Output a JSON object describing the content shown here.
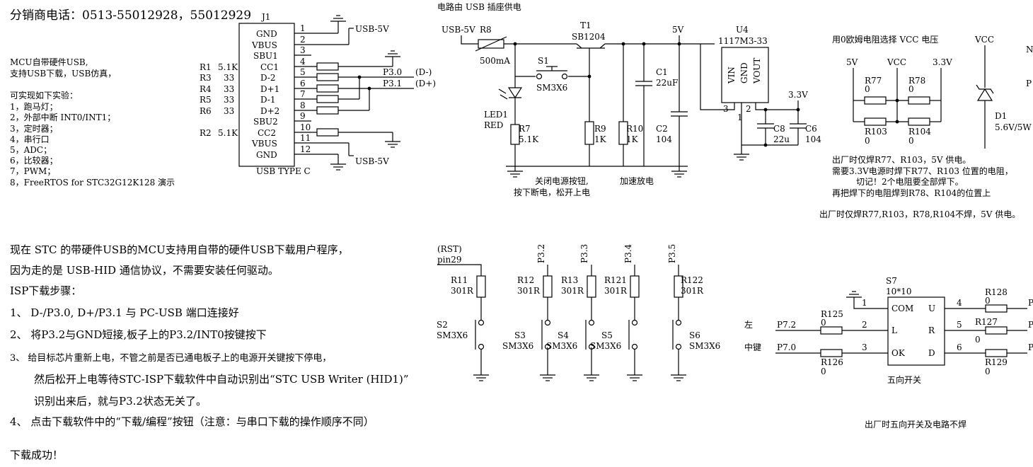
{
  "top_left": {
    "phone": "分销商电话：0513-55012928，55012929",
    "mcu_line1": "MCU自带硬件USB,",
    "mcu_line2": "支持USB下载，USB仿真，",
    "exp_title": "可实现如下实验：",
    "experiments": [
      "1，跑马灯；",
      "2，外部中断 INT0/INT1；",
      "3，定时器；",
      "4，串行口",
      "5，ADC；",
      "6，比较器；",
      "7，PWM；",
      "8，FreeRTOS for STC32G12K128 演示"
    ]
  },
  "usb_connector": {
    "ref": "J1",
    "type": "USB TYPE C",
    "pins": [
      {
        "num": "1",
        "name": "GND"
      },
      {
        "num": "2",
        "name": "VBUS"
      },
      {
        "num": "3",
        "name": "SBU1"
      },
      {
        "num": "4",
        "name": "CC1"
      },
      {
        "num": "5",
        "name": "D-2"
      },
      {
        "num": "6",
        "name": "D+2"
      },
      {
        "num": "7",
        "name": "D+1"
      },
      {
        "num": "8",
        "name": "D-1"
      },
      {
        "num": "9",
        "name": "SBU2"
      },
      {
        "num": "10",
        "name": "CC2"
      },
      {
        "num": "11",
        "name": "VBUS"
      },
      {
        "num": "12",
        "name": "GND"
      }
    ],
    "resistors": [
      {
        "ref": "R1",
        "value": "5.1K"
      },
      {
        "ref": "R3",
        "value": "33"
      },
      {
        "ref": "R4",
        "value": "33"
      },
      {
        "ref": "R5",
        "value": "33"
      },
      {
        "ref": "R6",
        "value": "33"
      },
      {
        "ref": "R2",
        "value": "5.1K"
      }
    ],
    "net_usb5v_top": "USB-5V",
    "net_usb5v_bottom": "USB-5V",
    "net_p30": "P3.0",
    "net_p31": "P3.1",
    "net_dminus": "(D-)",
    "net_dplus": "(D+)"
  },
  "power": {
    "title": "电路由 USB 插座供电",
    "usb5v": "USB-5V",
    "r8": "R8",
    "r8_value": "500mA",
    "s1": "S1",
    "s1_value": "SM3X6",
    "t1": "T1",
    "t1_value": "SB1204",
    "led": "LED1",
    "led_color": "RED",
    "r7": "R7",
    "r7_value": "5.1K",
    "r9": "R9",
    "r9_value": "1K",
    "r10": "R10",
    "r10_value": "1K",
    "c1": "C1",
    "c1_value": "22uF",
    "c2": "C2",
    "c2_value": "104",
    "net_5v": "5V",
    "u4": "U4",
    "u4_value": "1117M3-33",
    "u4_pins": [
      "VIN",
      "GND",
      "VOUT"
    ],
    "u4_pin_nums": [
      "3",
      "1",
      "2"
    ],
    "net_33v": "3.3V",
    "c8": "C8",
    "c8_value": "22u",
    "c6": "C6",
    "c6_value": "104",
    "note_switch_1": "关闭电源按钮,",
    "note_switch_2": "按下断电，松开上电",
    "note_discharge": "加速放电"
  },
  "vcc_select": {
    "title": "用0欧姆电阻选择 VCC 电压",
    "net_5v": "5V",
    "net_vcc": "VCC",
    "net_33v": "3.3V",
    "r77": "R77",
    "r77_value": "0",
    "r78": "R78",
    "r78_value": "0",
    "r103": "R103",
    "r103_value": "0",
    "r104": "R104",
    "r104_value": "0",
    "d1_net": "VCC",
    "d1": "D1",
    "d1_value": "5.6V/5W",
    "note1": "出厂时仅焊R77、R103，5V 供电。",
    "note2": "需要3.3V电源时焊下R77、R103 位置的电阻，",
    "note3": "切记！2个电阻要全部焊下。",
    "note4": "再把焊下的电阻焊到R78、R104的位置上",
    "note5": "出厂时仅焊R77,R103，R78,R104不焊，5V 供电。",
    "clip_n": "N",
    "clip_p": "P"
  },
  "isp": {
    "intro1": "现在 STC 的带硬件USB的MCU支持用自带的硬件USB下载用户程序，",
    "intro2": "因为走的是 USB-HID 通信协议，不需要安装任何驱动。",
    "steps_title": "ISP下载步骤：",
    "step1": "1、  D-/P3.0, D+/P3.1 与 PC-USB 端口连接好",
    "step2": "2、  将P3.2与GND短接,板子上的P3.2/INT0按键按下",
    "step3": "3、 给目标芯片重新上电，不管之前是否已通电板子上的电源开关键按下停电，",
    "step3b": "然后松开上电等待STC-ISP下载软件中自动识别出“STC USB Writer (HID1)”",
    "step3c": "识别出来后，就与P3.2状态无关了。",
    "step4": "4、  点击下载软件中的“下载/编程”按钮（注意：与串口下载的操作顺序不同）",
    "success": "下载成功！"
  },
  "keys": {
    "rst": "(RST)",
    "pin29": "pin29",
    "nets": [
      "P3.2",
      "P3.3",
      "P3.4",
      "P3.5"
    ],
    "resistors": [
      {
        "ref": "R11",
        "value": "301R"
      },
      {
        "ref": "R12",
        "value": "301R"
      },
      {
        "ref": "R13",
        "value": "301R"
      },
      {
        "ref": "R121",
        "value": "301R"
      },
      {
        "ref": "R122",
        "value": "301R"
      }
    ],
    "switches": [
      {
        "ref": "S2",
        "value": "SM3X6"
      },
      {
        "ref": "S3",
        "value": "SM3X6"
      },
      {
        "ref": "S4",
        "value": "SM3X6"
      },
      {
        "ref": "S5",
        "value": "SM3X6"
      },
      {
        "ref": "S6",
        "value": "SM3X6"
      }
    ]
  },
  "five_way": {
    "ref": "S7",
    "value": "10*10",
    "pins_left": [
      "COM",
      "L",
      "OK"
    ],
    "pins_right": [
      "U",
      "R",
      "D"
    ],
    "pin_nums_left": [
      "1",
      "2",
      "3"
    ],
    "pin_nums_right": [
      "4",
      "5",
      "6"
    ],
    "label_left": "左",
    "label_middle": "中键",
    "net_p72": "P7.2",
    "net_p70": "P7.0",
    "r125": "R125",
    "r125_value": "0",
    "r126": "R126",
    "r126_value": "0",
    "r128": "R128",
    "r128_value": "0",
    "r127": "R127",
    "r127_value": "0",
    "r129": "R129",
    "r129_value": "0",
    "name": "五向开关",
    "note": "出厂时五向开关及电路不焊",
    "clip_p": "P"
  }
}
